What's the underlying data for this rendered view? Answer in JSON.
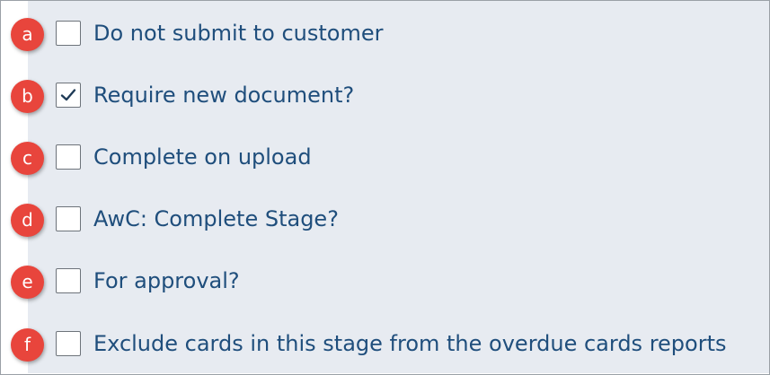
{
  "options": [
    {
      "badge": "a",
      "label": "Do not submit to customer",
      "checked": false
    },
    {
      "badge": "b",
      "label": "Require new document?",
      "checked": true
    },
    {
      "badge": "c",
      "label": "Complete on upload",
      "checked": false
    },
    {
      "badge": "d",
      "label": "AwC: Complete Stage?",
      "checked": false
    },
    {
      "badge": "e",
      "label": "For approval?",
      "checked": false
    },
    {
      "badge": "f",
      "label": "Exclude cards in this stage from the overdue cards reports",
      "checked": false
    }
  ],
  "colors": {
    "badge": "#e8453c",
    "label": "#1f4e7c",
    "panel_background": "#e7ebf1",
    "checkmark": "#1f3b57"
  }
}
